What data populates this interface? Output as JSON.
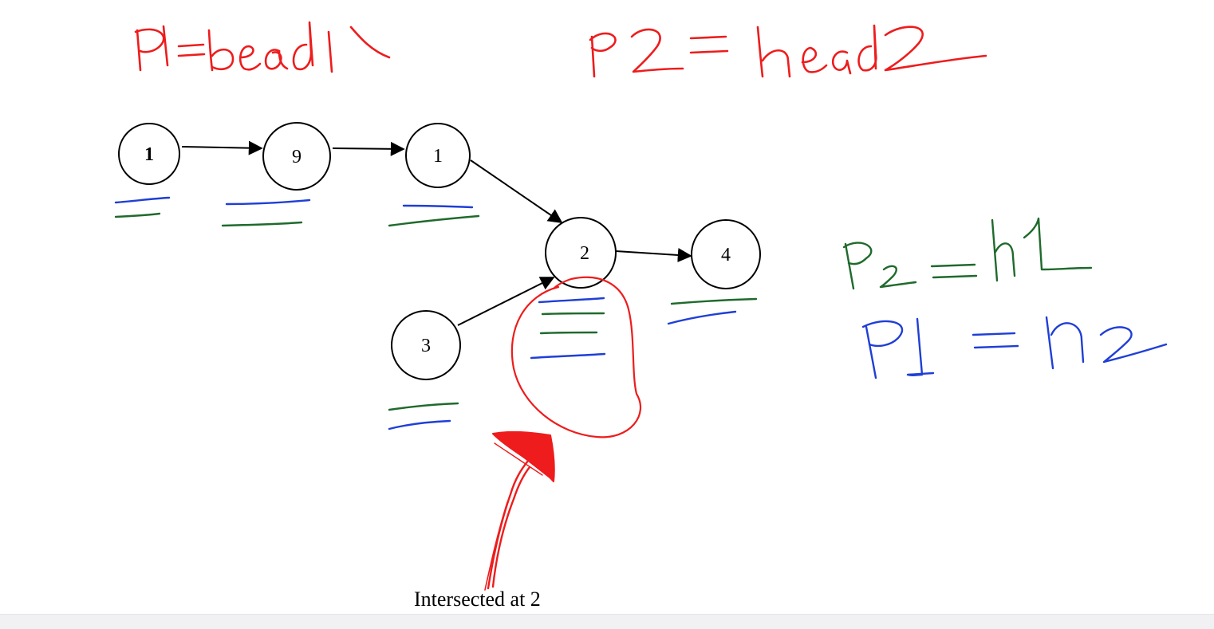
{
  "diagram": {
    "title": "",
    "colors": {
      "red": "#ee1c1c",
      "blue": "#1f3fd6",
      "green": "#1f6a2c",
      "node_stroke": "#000000"
    },
    "nodes": [
      {
        "id": "n1",
        "label": "1"
      },
      {
        "id": "n9",
        "label": "9"
      },
      {
        "id": "n1b",
        "label": "1"
      },
      {
        "id": "n2",
        "label": "2"
      },
      {
        "id": "n4",
        "label": "4"
      },
      {
        "id": "n3",
        "label": "3"
      }
    ],
    "edges": [
      {
        "from": "n1",
        "to": "n9"
      },
      {
        "from": "n9",
        "to": "n1b"
      },
      {
        "from": "n1b",
        "to": "n2"
      },
      {
        "from": "n2",
        "to": "n4"
      },
      {
        "from": "n3",
        "to": "n2"
      }
    ],
    "handwritten_notes": [
      {
        "id": "p1-head1",
        "text": "P1=head1",
        "color": "red"
      },
      {
        "id": "p2-head2",
        "text": "P2=head2",
        "color": "red"
      },
      {
        "id": "p2-h1",
        "text": "P2=h1",
        "color": "green"
      },
      {
        "id": "p1-h2",
        "text": "P1=h2",
        "color": "blue"
      }
    ],
    "caption": "Intersected at 2"
  }
}
